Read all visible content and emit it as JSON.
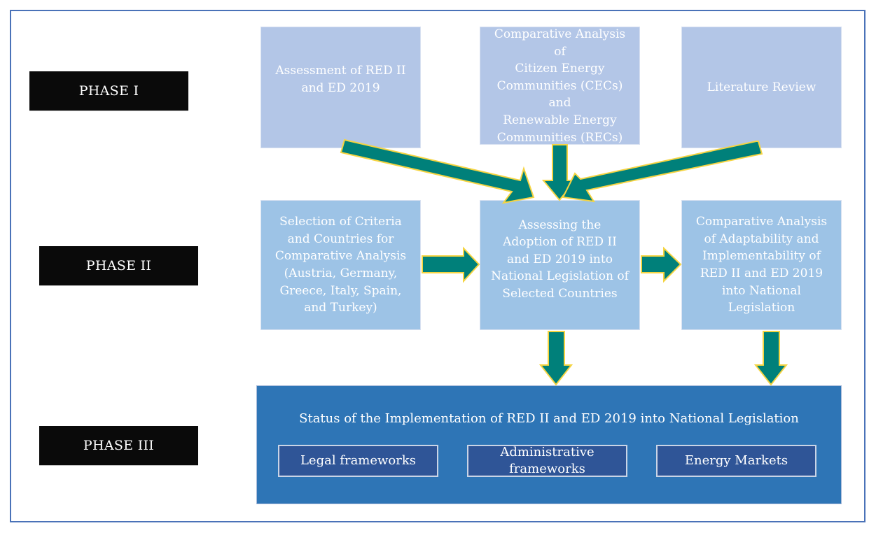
{
  "phases": {
    "phase1": "PHASE I",
    "phase2": "PHASE II",
    "phase3": "PHASE III"
  },
  "phase1_boxes": {
    "assessment": "Assessment of RED II\nand ED 2019",
    "comparative": "Comparative Analysis\nof\nCitizen Energy\nCommunities (CECs)\nand\nRenewable Energy\nCommunities (RECs)",
    "literature": "Literature Review"
  },
  "phase2_boxes": {
    "selection": "Selection of Criteria\nand Countries for\nComparative Analysis\n(Austria, Germany,\nGreece, Italy, Spain,\nand Turkey)",
    "assessing": "Assessing the\nAdoption of RED II\nand ED 2019 into\nNational Legislation of\nSelected Countries",
    "adaptability": "Comparative Analysis\nof Adaptability and\nImplementability of\nRED II and ED 2019\ninto National\nLegislation"
  },
  "phase3_box": {
    "title": "Status of the Implementation of RED II and ED 2019 into National Legislation",
    "legal": "Legal frameworks",
    "administrative": "Administrative\nframeworks",
    "markets": "Energy Markets"
  },
  "colors": {
    "arrow_fill": "#00807a",
    "arrow_outline": "#f5d442",
    "phase1_box": "#b3c6e7",
    "phase2_box": "#9dc3e6",
    "phase3_box": "#2e75b6",
    "phase3_sub": "#2f5597"
  }
}
